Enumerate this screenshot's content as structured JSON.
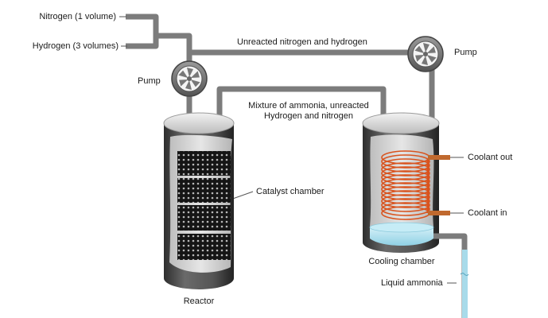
{
  "labels": {
    "nitrogen_in": "Nitrogen (1 volume)",
    "hydrogen_in": "Hydrogen (3 volumes)",
    "recycle": "Unreacted nitrogen and hydrogen",
    "pump_left": "Pump",
    "pump_right": "Pump",
    "mixture_line1": "Mixture of ammonia, unreacted",
    "mixture_line2": "Hydrogen and nitrogen",
    "catalyst": "Catalyst chamber",
    "reactor": "Reactor",
    "coolant_out": "Coolant out",
    "coolant_in": "Coolant in",
    "cooling_chamber": "Cooling chamber",
    "liquid_ammonia": "Liquid ammonia"
  },
  "colors": {
    "pipe": "#7c7c7c",
    "vessel_dark": "#3f3f3f",
    "vessel_light": "#cfcfcf",
    "catalyst": "#1c1c1c",
    "coil": "#d9531e",
    "coolant_pipe": "#c0692e",
    "liquid": "#a8dbea"
  }
}
